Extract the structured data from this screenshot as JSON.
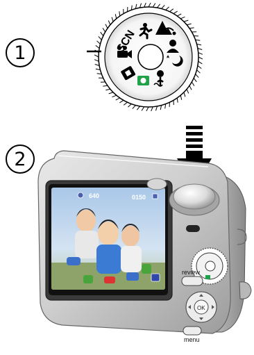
{
  "steps": [
    {
      "number": "1"
    },
    {
      "number": "2"
    }
  ],
  "mode_dial": {
    "scene_label": "SCN",
    "icons": [
      "sport-icon",
      "landscape-icon",
      "smart-capture-icon",
      "portrait-icon",
      "night-icon",
      "video-icon",
      "close-up-icon",
      "panorama-icon",
      "flash-icon",
      "program-icon"
    ],
    "selected_color": "#1fa24a"
  },
  "camera": {
    "screen": {
      "picture_count": "640",
      "counter_code": "0150"
    },
    "buttons": {
      "review_label": "review",
      "menu_label": "menu",
      "ok_label": "OK"
    }
  },
  "shutter_arrow_color": "#000000"
}
